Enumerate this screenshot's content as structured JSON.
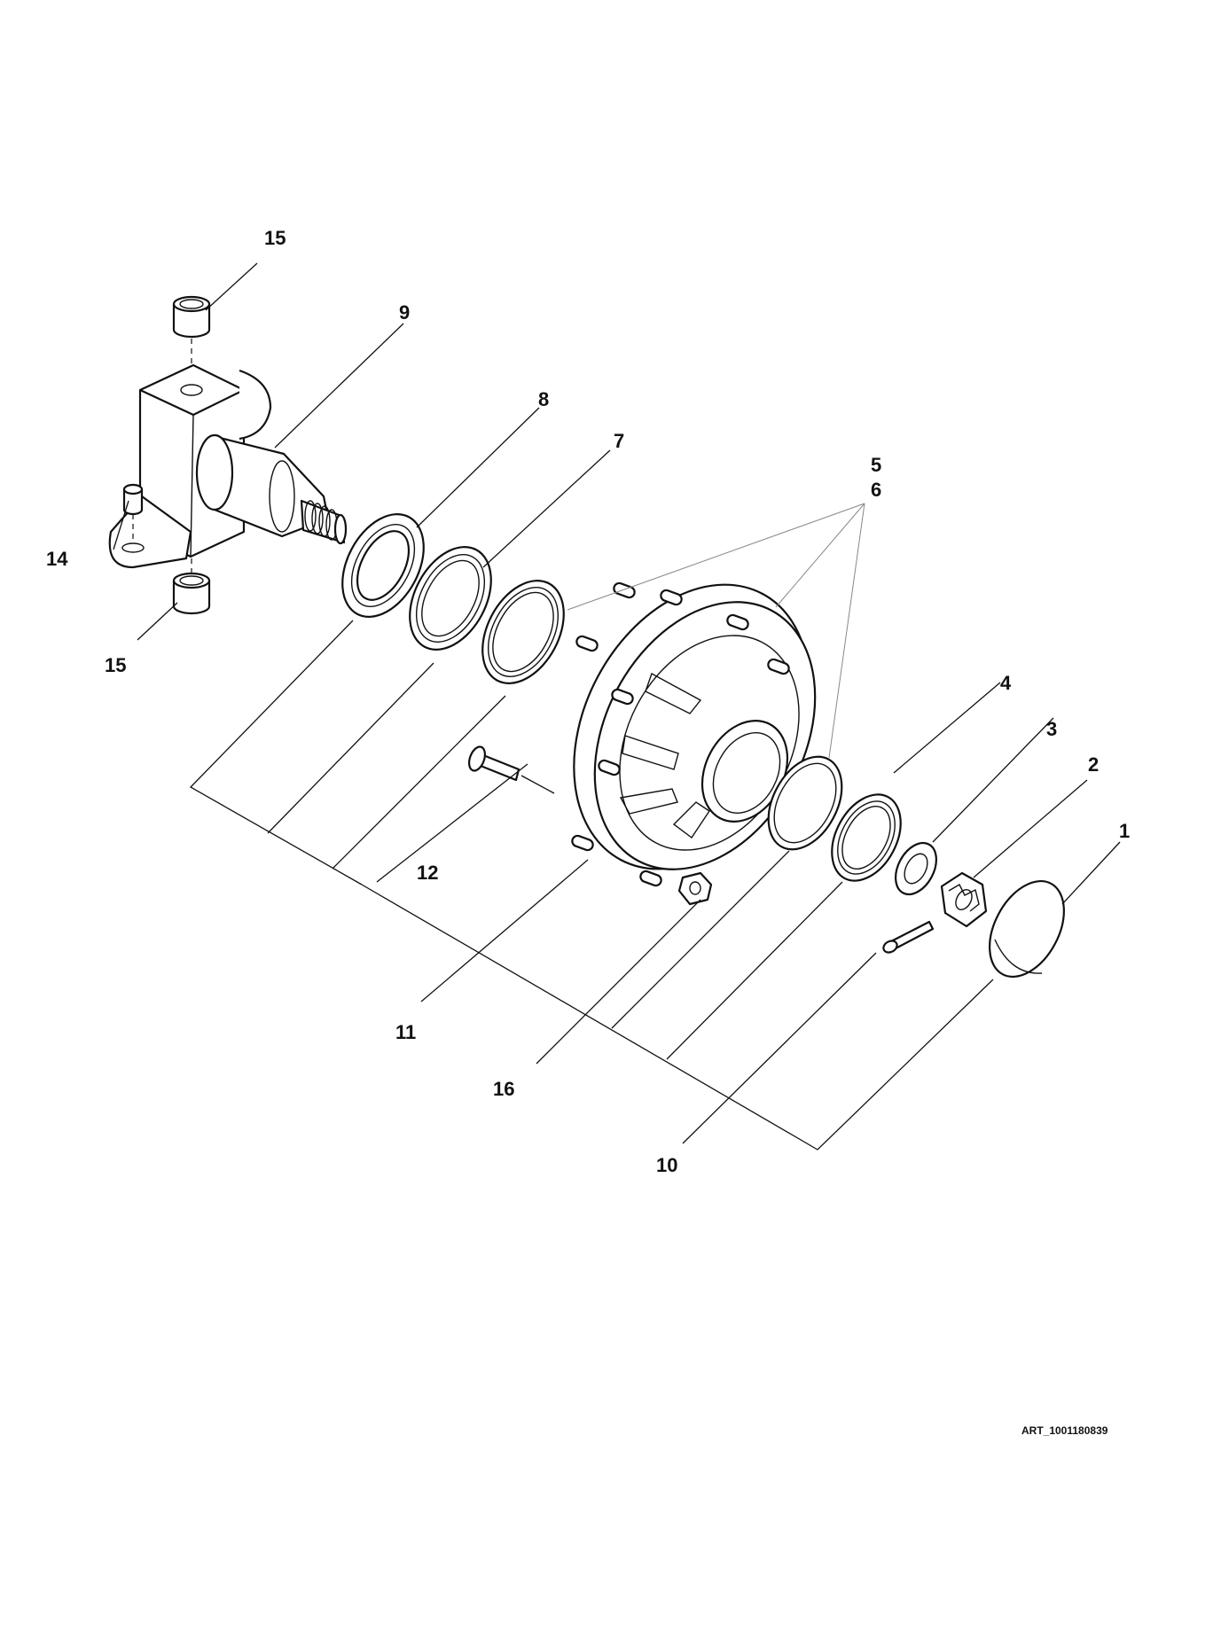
{
  "figure": {
    "art_id": "ART_1001180839",
    "callouts": {
      "c1": "1",
      "c2": "2",
      "c3": "3",
      "c4": "4",
      "c5": "5",
      "c6": "6",
      "c7": "7",
      "c8": "8",
      "c9": "9",
      "c10": "10",
      "c11": "11",
      "c12": "12",
      "c14": "14",
      "c15_top": "15",
      "c15_bottom": "15",
      "c16": "16"
    }
  }
}
